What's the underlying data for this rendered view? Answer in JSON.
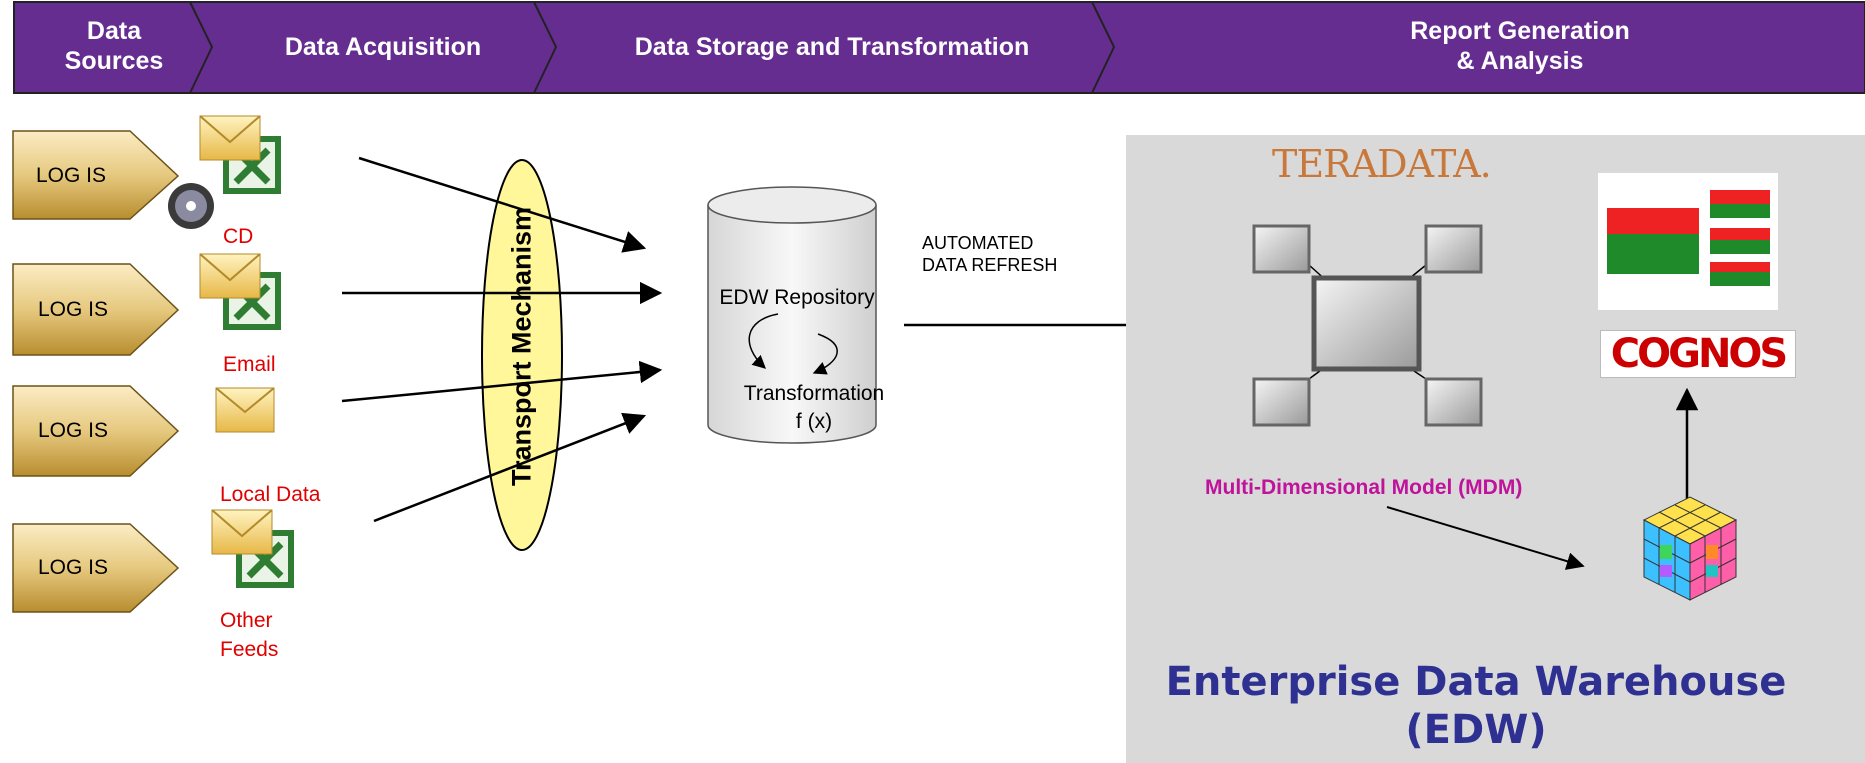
{
  "header": {
    "stages": [
      {
        "label": "Data\nSources"
      },
      {
        "label": "Data Acquisition"
      },
      {
        "label": "Data Storage and Transformation"
      },
      {
        "label": "Report Generation\n& Analysis"
      }
    ],
    "color": "#662d91"
  },
  "sources": {
    "log_label": "LOG IS",
    "feeds": [
      "CD",
      "Email",
      "Local Data",
      "Other\nFeeds"
    ]
  },
  "transport": {
    "label": "Transport Mechanism"
  },
  "repository": {
    "name": "EDW Repository",
    "transform": "Transformation\nf (x)"
  },
  "refresh": {
    "label": "AUTOMATED\nDATA REFRESH"
  },
  "edw": {
    "teradata": "TERADATA.",
    "cognos": "COGNOS",
    "mdm": "Multi-Dimensional Model (MDM)",
    "title": "Enterprise Data Warehouse\n(EDW)",
    "panel_color": "#d9d9d9",
    "title_color": "#2e3192"
  }
}
